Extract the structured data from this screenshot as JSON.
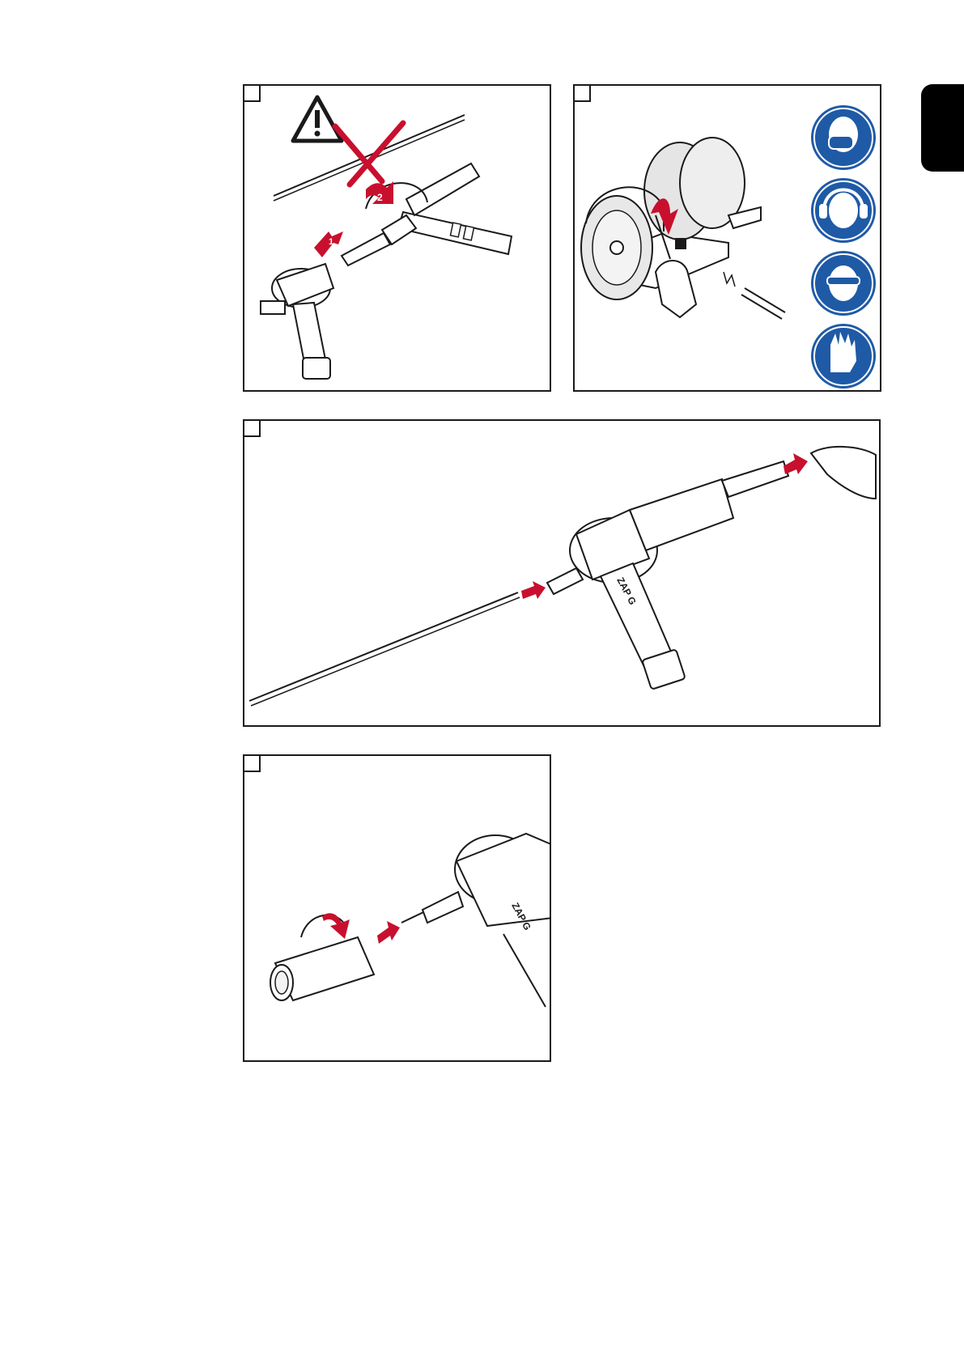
{
  "side_tab": {
    "label": "",
    "color": "#000000"
  },
  "steps": [
    {
      "number": "",
      "label_1": "1",
      "label_2": "2"
    },
    {
      "number": "",
      "ppe": [
        "respiratory-mask-icon",
        "ear-protection-icon",
        "safety-glasses-icon",
        "protective-gloves-icon"
      ]
    },
    {
      "number": "",
      "brand": "ZAP G"
    },
    {
      "number": "",
      "brand": "ZAP G"
    }
  ],
  "colors": {
    "accent_red": "#c8102e",
    "ppe_blue": "#1f5aa6",
    "line": "#1a1a1a"
  }
}
